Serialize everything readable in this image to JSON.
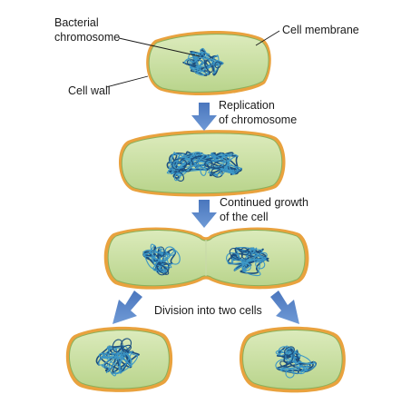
{
  "labels": {
    "bacterial_chromosome_line1": "Bacterial",
    "bacterial_chromosome_line2": "chromosome",
    "cell_membrane": "Cell membrane",
    "cell_wall": "Cell wall"
  },
  "steps": [
    {
      "line1": "Replication",
      "line2": "of chromosome"
    },
    {
      "line1": "Continued growth",
      "line2": "of the cell"
    },
    {
      "line1": "Division into two cells"
    }
  ],
  "colors": {
    "cell_wall": "#e9a23e",
    "cytoplasm": "#cfe3a8",
    "membrane_outline": "#7ea24c",
    "chromosome_dark": "#1b4f80",
    "chromosome_light": "#3c97c6",
    "arrow": "#5b86c9"
  }
}
